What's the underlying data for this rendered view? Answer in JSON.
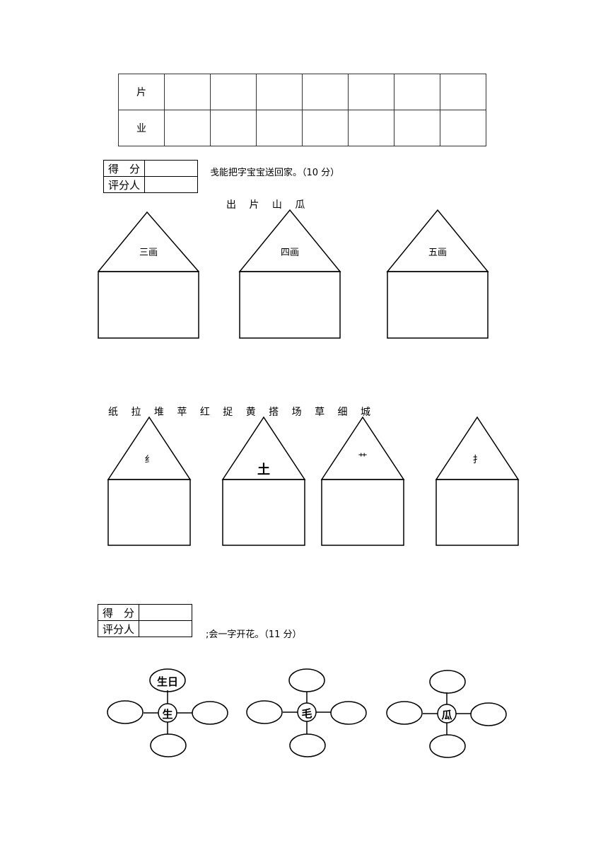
{
  "grid_table": {
    "rows": [
      {
        "char": "片"
      },
      {
        "char": "业"
      }
    ]
  },
  "score_box": {
    "row1": "得　分",
    "row2": "评分人"
  },
  "section1": {
    "title": "戋能把字宝宝送回家。（10 分）",
    "words": [
      "出",
      "片",
      "山",
      "瓜"
    ],
    "houses": [
      {
        "label": "三画"
      },
      {
        "label": "四画"
      },
      {
        "label": "五画"
      }
    ]
  },
  "section2": {
    "words": [
      "纸",
      "拉",
      "堆",
      "苹",
      "红",
      "捉",
      "黄",
      "搭",
      "场",
      "草",
      "细",
      "城"
    ],
    "houses": [
      {
        "label": "纟"
      },
      {
        "label": "土"
      },
      {
        "label": "艹"
      },
      {
        "label": "扌"
      }
    ]
  },
  "section3": {
    "title": ";会一字开花。（11 分）",
    "flowers": [
      {
        "center": "生",
        "top": "生日"
      },
      {
        "center": "毛",
        "top": ""
      },
      {
        "center": "瓜",
        "top": ""
      }
    ]
  }
}
